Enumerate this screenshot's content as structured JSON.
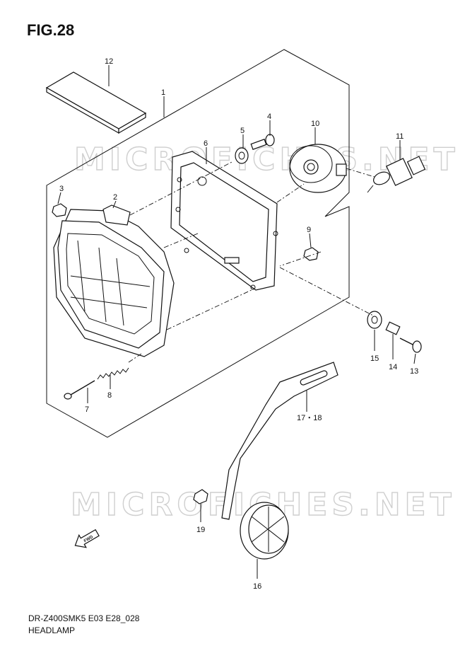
{
  "figure": {
    "title": "FIG.28",
    "model_code": "DR-Z400SMK5 E03 E28_028",
    "section_name": "HEADLAMP"
  },
  "watermark": "MICROFICHES.NET",
  "direction_marker": "FWD",
  "callouts": [
    {
      "id": "12",
      "label": "12"
    },
    {
      "id": "1",
      "label": "1"
    },
    {
      "id": "4",
      "label": "4"
    },
    {
      "id": "5",
      "label": "5"
    },
    {
      "id": "10",
      "label": "10"
    },
    {
      "id": "6",
      "label": "6"
    },
    {
      "id": "11",
      "label": "11"
    },
    {
      "id": "3",
      "label": "3"
    },
    {
      "id": "2",
      "label": "2"
    },
    {
      "id": "9",
      "label": "9"
    },
    {
      "id": "15",
      "label": "15"
    },
    {
      "id": "14",
      "label": "14"
    },
    {
      "id": "13",
      "label": "13"
    },
    {
      "id": "7",
      "label": "7"
    },
    {
      "id": "8",
      "label": "8"
    },
    {
      "id": "17-18",
      "label": "17・18"
    },
    {
      "id": "19",
      "label": "19"
    },
    {
      "id": "16",
      "label": "16"
    }
  ]
}
